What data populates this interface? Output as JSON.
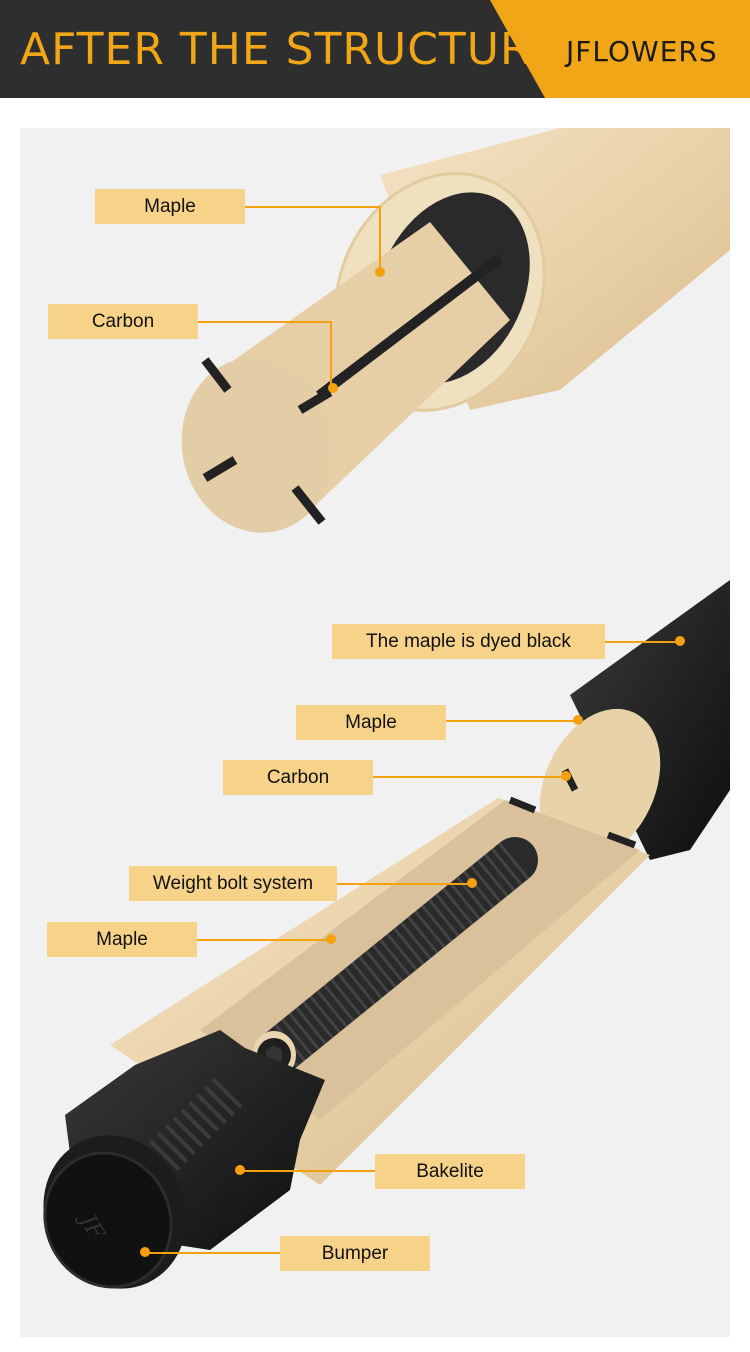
{
  "header": {
    "title": "AFTER THE STRUCTURE",
    "brand": "JFLOWERS"
  },
  "colors": {
    "header_bg": "#2e2e2e",
    "accent": "#f0a616",
    "label_bg": "#f7d38a",
    "leader": "#f5a00e"
  },
  "shaft_labels": [
    {
      "text": "Maple"
    },
    {
      "text": "Carbon"
    }
  ],
  "butt_labels": [
    {
      "text": "The maple is dyed black"
    },
    {
      "text": "Maple"
    },
    {
      "text": "Carbon"
    },
    {
      "text": "Weight bolt system"
    },
    {
      "text": "Maple"
    },
    {
      "text": "Bakelite"
    },
    {
      "text": "Bumper"
    }
  ],
  "bumper_logo": "JF"
}
